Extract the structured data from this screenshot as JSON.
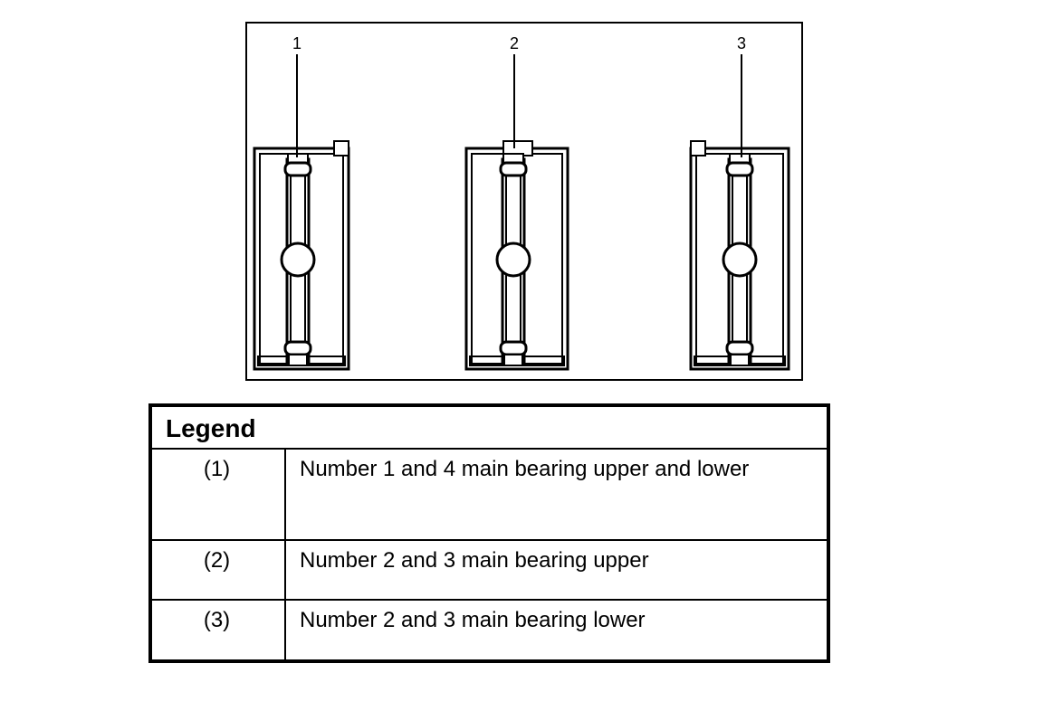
{
  "figure": {
    "callouts": [
      "1",
      "2",
      "3"
    ]
  },
  "legend": {
    "title": "Legend",
    "rows": [
      {
        "num": "(1)",
        "desc": "Number 1 and 4 main bearing upper and lower"
      },
      {
        "num": "(2)",
        "desc": "Number 2 and 3 main bearing upper"
      },
      {
        "num": "(3)",
        "desc": "Number 2 and 3 main bearing lower"
      }
    ]
  }
}
